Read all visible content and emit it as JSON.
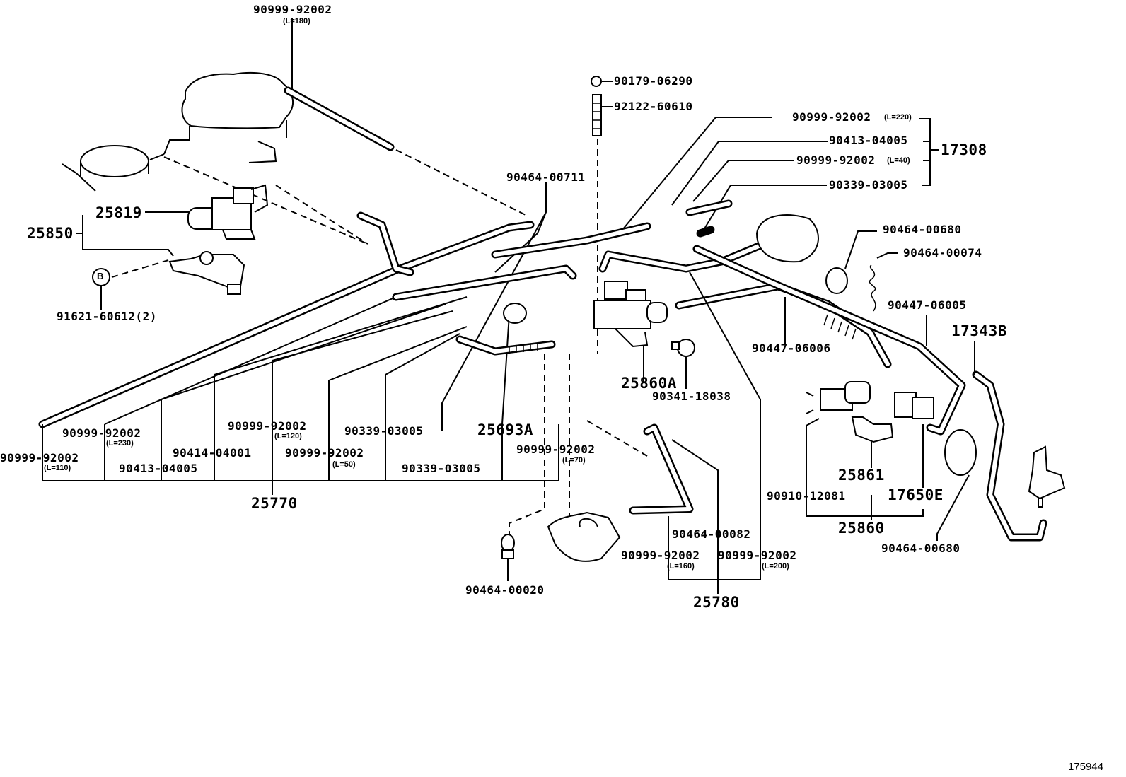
{
  "diagram": {
    "type": "exploded parts diagram",
    "subject": "Vacuum hoses, VSV and emission control components",
    "figure_number": "175944"
  },
  "callouts": {
    "hose_top": {
      "part": "90999-92002",
      "note": "(L=180)"
    },
    "nut": {
      "part": "90179-06290"
    },
    "stud": {
      "part": "92122-60610"
    },
    "clip_0711": {
      "part": "90464-00711"
    },
    "hose_220": {
      "part": "90999-92002",
      "note": "(L=220)"
    },
    "tube_04005_top": {
      "part": "90413-04005"
    },
    "hose_40": {
      "part": "90999-92002",
      "note": "(L=40)"
    },
    "valve_03005_top": {
      "part": "90339-03005"
    },
    "group_17308": {
      "part": "17308"
    },
    "vsv_25819": {
      "part": "25819"
    },
    "vsv_assy_25850": {
      "part": "25850"
    },
    "bolt_91621": {
      "part": "91621-60612",
      "qty": "(2)"
    },
    "clamp_00680_top": {
      "part": "90464-00680"
    },
    "clamp_00074": {
      "part": "90464-00074"
    },
    "clamp_06005": {
      "part": "90447-06005"
    },
    "hose_17343B": {
      "part": "17343B"
    },
    "clamp_06006": {
      "part": "90447-06006"
    },
    "vsv_25860A": {
      "part": "25860A"
    },
    "bolt_90341": {
      "part": "90341-18038"
    },
    "hose_230": {
      "part": "90999-92002",
      "note": "(L=230)"
    },
    "hose_110": {
      "part": "90999-92002",
      "note": "(L=110)"
    },
    "tube_04005_bottom": {
      "part": "90413-04005"
    },
    "union_04001": {
      "part": "90414-04001"
    },
    "hose_120": {
      "part": "90999-92002",
      "note": "(L=120)"
    },
    "hose_50": {
      "part": "90999-92002",
      "note": "(L=50)"
    },
    "valve_03005_a": {
      "part": "90339-03005"
    },
    "valve_03005_b": {
      "part": "90339-03005"
    },
    "valve_25693A": {
      "part": "25693A"
    },
    "hose_70": {
      "part": "90999-92002",
      "note": "(L=70)"
    },
    "group_25770": {
      "part": "25770"
    },
    "bracket_25861": {
      "part": "25861"
    },
    "screw_12081": {
      "part": "90910-12081"
    },
    "filter_17650E": {
      "part": "17650E"
    },
    "vsv_group_25860": {
      "part": "25860"
    },
    "clamp_00680_bottom": {
      "part": "90464-00680"
    },
    "clamp_00082": {
      "part": "90464-00082"
    },
    "hose_160": {
      "part": "90999-92002",
      "note": "(L=160)"
    },
    "hose_200": {
      "part": "90999-92002",
      "note": "(L=200)"
    },
    "group_25780": {
      "part": "25780"
    },
    "clip_00020": {
      "part": "90464-00020"
    }
  },
  "symbols": {
    "bolt_marker": "B"
  }
}
